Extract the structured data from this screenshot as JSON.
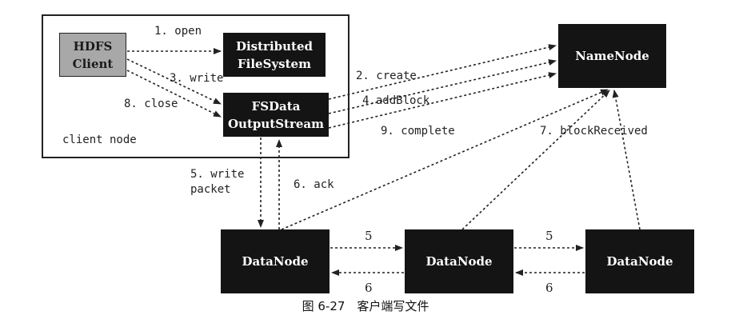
{
  "nodes": {
    "hdfs_client": "HDFS\nClient",
    "distributed_fs": "Distributed\nFileSystem",
    "fsdata_output": "FSData\nOutputStream",
    "namenode": "NameNode",
    "datanode_1": "DataNode",
    "datanode_2": "DataNode",
    "datanode_3": "DataNode"
  },
  "group_label": "client node",
  "edges": {
    "open": "1. open",
    "create": "2. create",
    "write": "3. write",
    "add_block": "4.addBlock",
    "write_packet": "5. write\npacket",
    "ack": "6. ack",
    "block_received": "7. blockReceived",
    "close": "8. close",
    "complete": "9. complete",
    "pipeline_forward_1": "5",
    "pipeline_forward_2": "5",
    "pipeline_back_1": "6",
    "pipeline_back_2": "6"
  },
  "caption": "图 6-27　客户端写文件",
  "colors": {
    "node_fill": "#141414",
    "client_fill": "#a8a8a8",
    "edge": "#222222"
  }
}
